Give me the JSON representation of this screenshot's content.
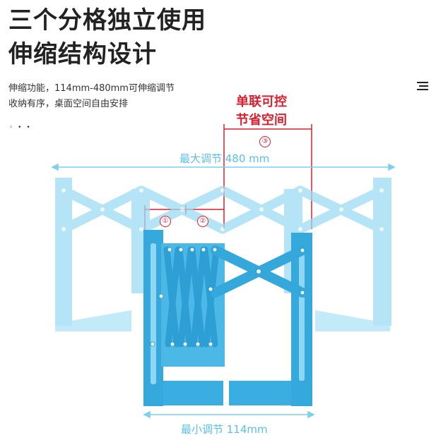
{
  "heading": {
    "line1": "三个分格独立使用",
    "line2": "伸缩结构设计"
  },
  "description": {
    "line1": "伸缩功能，114mm-480mm可伸缩调节",
    "line2": "收纳有序，桌面空间自由安排"
  },
  "menu_icon": "hamburger-menu-icon",
  "pager_dots": "◦ • •",
  "dimensions": {
    "max_label": "最大调节 480 mm",
    "min_label": "最小调节 114mm"
  },
  "callout": {
    "line1": "单联可控",
    "line2": "节省空间",
    "markers": [
      "①",
      "②",
      "③"
    ]
  },
  "colors": {
    "accent_blue": "#3aaee0",
    "light_blue": "#8fd6f2",
    "red": "#d8202e"
  }
}
